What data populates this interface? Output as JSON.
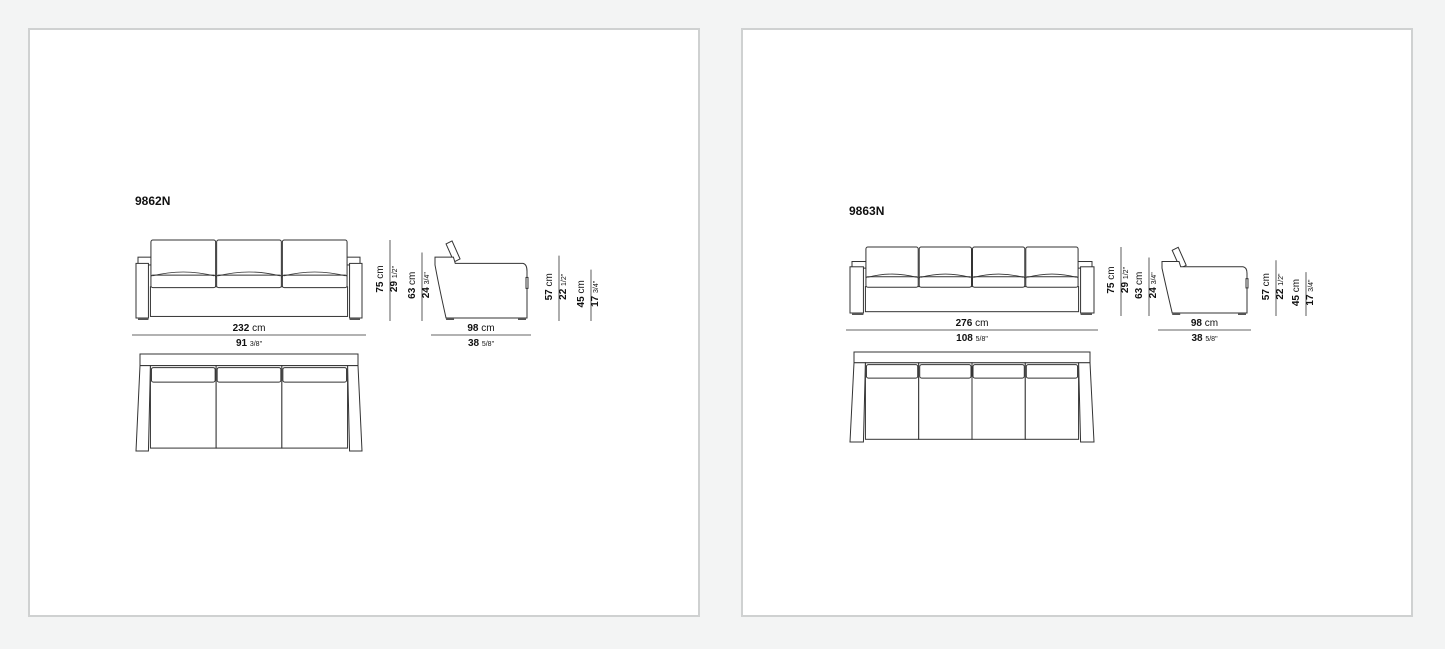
{
  "panels": [
    {
      "model": "9862N",
      "seats": 3,
      "width_cm": "232",
      "width_in": "91",
      "width_in_frac": "3/8\"",
      "depth_cm": "98",
      "depth_in": "38",
      "depth_in_frac": "5/8\"",
      "height_cm": "75",
      "height_in": "29",
      "height_in_frac": "1/2\"",
      "arm_cm": "63",
      "arm_in": "24",
      "arm_in_frac": "3/4\"",
      "back_cm": "57",
      "back_in": "22",
      "back_in_frac": "1/2\"",
      "seat_cm": "45",
      "seat_in": "17",
      "seat_in_frac": "3/4\"",
      "unit_cm": "cm"
    },
    {
      "model": "9863N",
      "seats": 4,
      "width_cm": "276",
      "width_in": "108",
      "width_in_frac": "5/8\"",
      "depth_cm": "98",
      "depth_in": "38",
      "depth_in_frac": "5/8\"",
      "height_cm": "75",
      "height_in": "29",
      "height_in_frac": "1/2\"",
      "arm_cm": "63",
      "arm_in": "24",
      "arm_in_frac": "3/4\"",
      "back_cm": "57",
      "back_in": "22",
      "back_in_frac": "1/2\"",
      "seat_cm": "45",
      "seat_in": "17",
      "seat_in_frac": "3/4\"",
      "unit_cm": "cm"
    }
  ]
}
